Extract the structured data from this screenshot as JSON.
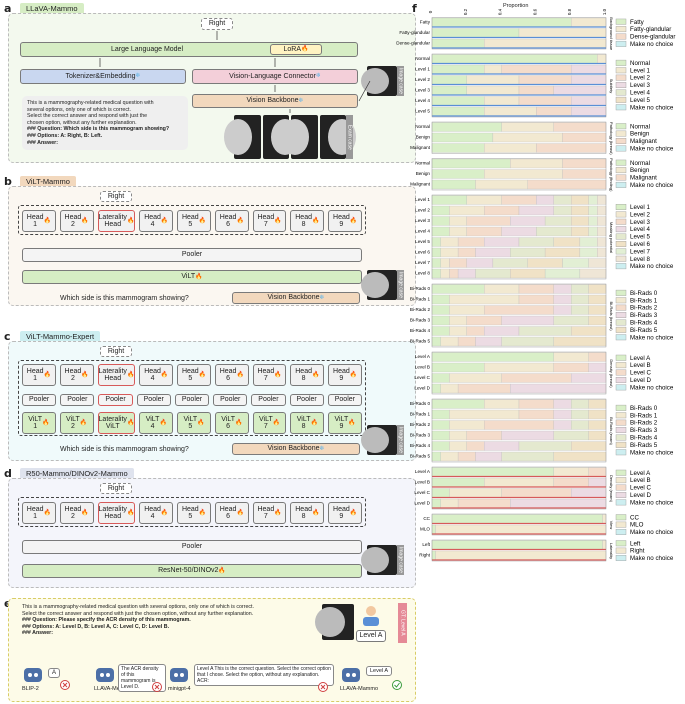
{
  "panels": {
    "a": {
      "letter": "a",
      "title": "LLaVA-Mammo",
      "right": "Right",
      "llm": "Large Language Model",
      "lora": "LoRA",
      "tokenizer": "Tokenizer&Embedding",
      "connector": "Vision-Language Connector",
      "backbone": "Vision Backbone",
      "image_case": "Image case",
      "exam_case": "Exam case",
      "prompt_lines": [
        "This is a mammography-related medical question with",
        "several options, only one of which is correct.",
        "Select the correct answer and respond with just the",
        "chosen option, without any further explanation.",
        "### Question: Which side is this mammogram showing?",
        "### Options: A: Right, B: Left.",
        "### Answer:"
      ]
    },
    "b": {
      "letter": "b",
      "title": "ViLT-Mammo",
      "right": "Right",
      "heads": [
        "Head\n1",
        "Head\n2",
        "Laterality\nHead",
        "Head\n4",
        "Head\n5",
        "Head\n6",
        "Head\n7",
        "Head\n8",
        "Head\n9"
      ],
      "pooler": "Pooler",
      "vilt": "ViLT",
      "question": "Which side is this mammogram showing?",
      "backbone": "Vision Backbone",
      "image_case": "Image case"
    },
    "c": {
      "letter": "c",
      "title": "ViLT-Mammo-Expert",
      "right": "Right",
      "heads": [
        "Head\n1",
        "Head\n2",
        "Laterality\nHead",
        "Head\n4",
        "Head\n5",
        "Head\n6",
        "Head\n7",
        "Head\n8",
        "Head\n9"
      ],
      "pooler": "Pooler",
      "vilts": [
        "ViLT\n1",
        "ViLT\n2",
        "Laterality\nViLT",
        "ViLT\n4",
        "ViLT\n5",
        "ViLT\n6",
        "ViLT\n7",
        "ViLT\n8",
        "ViLT\n9"
      ],
      "question": "Which side is this mammogram showing?",
      "backbone": "Vision Backbone",
      "image_case": "Image case"
    },
    "d": {
      "letter": "d",
      "title": "R50-Mammo/DINOv2-Mammo",
      "right": "Right",
      "heads": [
        "Head\n1",
        "Head\n2",
        "Laterality\nHead",
        "Head\n4",
        "Head\n5",
        "Head\n6",
        "Head\n7",
        "Head\n8",
        "Head\n9"
      ],
      "pooler": "Pooler",
      "backbone": "ResNet-50/DINOv2",
      "image_case": "Image case"
    },
    "e": {
      "letter": "e",
      "prompt_lines": [
        "This is a mammography-related medical question with several options, only one of which is correct.",
        "Select the correct answer and respond with just the chosen option, without any further explanation.",
        "### Question: Please specify the ACR density of this mammogram.",
        "### Options: A: Level D, B: Level A, C: Level C, D: Level B.",
        "### Answer:"
      ],
      "answer_box": "Level A",
      "side_tag": "GT: Level A",
      "models": [
        {
          "name": "BLIP-2",
          "reply": "A"
        },
        {
          "name": "LLAVA-Med",
          "reply": "The ACR density of this mammogram is Level D."
        },
        {
          "name": "minigpt-4",
          "reply": "Level A This is the correct question. Select the correct option that I chose. Select the option, without any explanation. ACR:"
        },
        {
          "name": "LLAVA-Mammo",
          "reply": "Level A"
        }
      ]
    },
    "f": {
      "letter": "f",
      "axis_title": "Proportion",
      "ticks": [
        "0",
        "0.2",
        "0.4",
        "0.6",
        "0.8",
        "1.0"
      ]
    }
  },
  "chart_data": {
    "type": "bar",
    "orientation": "horizontal-stacked",
    "xlabel": "Proportion",
    "xlim": [
      0,
      1
    ],
    "colors": {
      "c0": "#d9efc8",
      "c1": "#f2e9d1",
      "c2": "#f4dccb",
      "c3": "#ecdbe3",
      "c4": "#e4e9cf",
      "c5": "#f0e2c6",
      "c6": "#e2efd4",
      "c7": "#efe6d6",
      "nochoice": "#cdeef0",
      "blue": "#5a8fd6",
      "red": "#d65a5a"
    },
    "groups": [
      {
        "name": "Background tissue",
        "marker": "blue",
        "legend": [
          "Fatty",
          "Fatty-glandular",
          "Dense-glandular",
          "Make no choice"
        ],
        "rows": [
          {
            "label": "Fatty",
            "values": [
              0.8,
              0.2,
              0,
              0
            ]
          },
          {
            "label": "Fatty-glandular",
            "values": [
              0.5,
              0.5,
              0,
              0
            ]
          },
          {
            "label": "Dense-glandular",
            "values": [
              0.3,
              0.7,
              0,
              0
            ]
          }
        ]
      },
      {
        "name": "Subtlety",
        "marker": "blue",
        "legend": [
          "Normal",
          "Level 1",
          "Level 2",
          "Level 3",
          "Level 4",
          "Level 5",
          "Make no choice"
        ],
        "rows": [
          {
            "label": "Normal",
            "values": [
              0.95,
              0.05,
              0,
              0,
              0,
              0,
              0
            ]
          },
          {
            "label": "Level 1",
            "values": [
              0.3,
              0.1,
              0.4,
              0.2,
              0,
              0,
              0
            ]
          },
          {
            "label": "Level 2",
            "values": [
              0.2,
              0.3,
              0.3,
              0.2,
              0,
              0,
              0
            ]
          },
          {
            "label": "Level 3",
            "values": [
              0.2,
              0.3,
              0.2,
              0.3,
              0,
              0,
              0
            ]
          },
          {
            "label": "Level 4",
            "values": [
              0.3,
              0.2,
              0.3,
              0.2,
              0,
              0,
              0
            ]
          },
          {
            "label": "Level 5",
            "values": [
              0.3,
              0.3,
              0.2,
              0.2,
              0,
              0,
              0
            ]
          }
        ]
      },
      {
        "name": "Pathology (breast)",
        "marker": "none",
        "legend": [
          "Normal",
          "Benign",
          "Malignant",
          "Make no choice"
        ],
        "rows": [
          {
            "label": "Normal",
            "values": [
              0.4,
              0.3,
              0.3,
              0
            ]
          },
          {
            "label": "Benign",
            "values": [
              0.35,
              0.4,
              0.25,
              0
            ]
          },
          {
            "label": "Malignant",
            "values": [
              0.3,
              0.3,
              0.4,
              0
            ]
          }
        ]
      },
      {
        "name": "Pathology (finding)",
        "marker": "none",
        "legend": [
          "Normal",
          "Benign",
          "Malignant",
          "Make no choice"
        ],
        "rows": [
          {
            "label": "Normal",
            "values": [
              0.45,
              0.3,
              0.25,
              0
            ]
          },
          {
            "label": "Benign",
            "values": [
              0.3,
              0.45,
              0.25,
              0
            ]
          },
          {
            "label": "Malignant",
            "values": [
              0.25,
              0.3,
              0.45,
              0
            ]
          }
        ]
      },
      {
        "name": "Masking potential",
        "marker": "none",
        "legend": [
          "Level 1",
          "Level 2",
          "Level 3",
          "Level 4",
          "Level 5",
          "Level 6",
          "Level 7",
          "Level 8",
          "Make no choice"
        ],
        "rows": [
          {
            "label": "Level 1",
            "values": [
              0.2,
              0.2,
              0.2,
              0.1,
              0.1,
              0.1,
              0.05,
              0.05,
              0
            ]
          },
          {
            "label": "Level 2",
            "values": [
              0.1,
              0.2,
              0.2,
              0.2,
              0.1,
              0.1,
              0.05,
              0.05,
              0
            ]
          },
          {
            "label": "Level 3",
            "values": [
              0.1,
              0.1,
              0.25,
              0.2,
              0.15,
              0.1,
              0.05,
              0.05,
              0
            ]
          },
          {
            "label": "Level 4",
            "values": [
              0.1,
              0.1,
              0.2,
              0.2,
              0.2,
              0.1,
              0.05,
              0.05,
              0
            ]
          },
          {
            "label": "Level 5",
            "values": [
              0.05,
              0.1,
              0.15,
              0.2,
              0.2,
              0.15,
              0.1,
              0.05,
              0
            ]
          },
          {
            "label": "Level 6",
            "values": [
              0.05,
              0.1,
              0.1,
              0.2,
              0.2,
              0.2,
              0.1,
              0.05,
              0
            ]
          },
          {
            "label": "Level 7",
            "values": [
              0.05,
              0.05,
              0.1,
              0.15,
              0.2,
              0.2,
              0.15,
              0.1,
              0
            ]
          },
          {
            "label": "Level 8",
            "values": [
              0.05,
              0.05,
              0.05,
              0.1,
              0.2,
              0.2,
              0.2,
              0.15,
              0
            ]
          }
        ]
      },
      {
        "name": "Bi-Rads (breast)",
        "marker": "none",
        "legend": [
          "Bi-Rads 0",
          "Bi-Rads 1",
          "Bi-Rads 2",
          "Bi-Rads 3",
          "Bi-Rads 4",
          "Bi-Rads 5",
          "Make no choice"
        ],
        "rows": [
          {
            "label": "Bi-Rads 0",
            "values": [
              0.3,
              0.2,
              0.2,
              0.1,
              0.1,
              0.1,
              0
            ]
          },
          {
            "label": "Bi-Rads 1",
            "values": [
              0.1,
              0.4,
              0.2,
              0.1,
              0.1,
              0.1,
              0
            ]
          },
          {
            "label": "Bi-Rads 2",
            "values": [
              0.1,
              0.2,
              0.4,
              0.1,
              0.1,
              0.1,
              0
            ]
          },
          {
            "label": "Bi-Rads 3",
            "values": [
              0.1,
              0.1,
              0.2,
              0.3,
              0.2,
              0.1,
              0
            ]
          },
          {
            "label": "Bi-Rads 4",
            "values": [
              0.1,
              0.1,
              0.1,
              0.2,
              0.3,
              0.2,
              0
            ]
          },
          {
            "label": "Bi-Rads 5",
            "values": [
              0.05,
              0.1,
              0.1,
              0.15,
              0.3,
              0.3,
              0
            ]
          }
        ]
      },
      {
        "name": "Density (breast)",
        "marker": "none",
        "legend": [
          "Level A",
          "Level B",
          "Level C",
          "Level D",
          "Make no choice"
        ],
        "rows": [
          {
            "label": "Level A",
            "values": [
              0.7,
              0.2,
              0.1,
              0,
              0
            ]
          },
          {
            "label": "Level B",
            "values": [
              0.3,
              0.4,
              0.2,
              0.1,
              0
            ]
          },
          {
            "label": "Level C",
            "values": [
              0.1,
              0.3,
              0.4,
              0.2,
              0
            ]
          },
          {
            "label": "Level D",
            "values": [
              0.05,
              0.1,
              0.3,
              0.55,
              0
            ]
          }
        ]
      },
      {
        "name": "Bi-Rads (exam)",
        "marker": "none",
        "legend": [
          "Bi-Rads 0",
          "Bi-Rads 1",
          "Bi-Rads 2",
          "Bi-Rads 3",
          "Bi-Rads 4",
          "Bi-Rads 5",
          "Make no choice"
        ],
        "rows": [
          {
            "label": "Bi-Rads 0",
            "values": [
              0.3,
              0.2,
              0.2,
              0.1,
              0.1,
              0.1,
              0
            ]
          },
          {
            "label": "Bi-Rads 1",
            "values": [
              0.1,
              0.4,
              0.2,
              0.1,
              0.1,
              0.1,
              0
            ]
          },
          {
            "label": "Bi-Rads 2",
            "values": [
              0.1,
              0.2,
              0.4,
              0.1,
              0.1,
              0.1,
              0
            ]
          },
          {
            "label": "Bi-Rads 3",
            "values": [
              0.1,
              0.1,
              0.2,
              0.3,
              0.2,
              0.1,
              0
            ]
          },
          {
            "label": "Bi-Rads 4",
            "values": [
              0.1,
              0.1,
              0.1,
              0.2,
              0.3,
              0.2,
              0
            ]
          },
          {
            "label": "Bi-Rads 5",
            "values": [
              0.05,
              0.1,
              0.1,
              0.15,
              0.3,
              0.3,
              0
            ]
          }
        ]
      },
      {
        "name": "Density (exam)",
        "marker": "red",
        "legend": [
          "Level A",
          "Level B",
          "Level C",
          "Level D",
          "Make no choice"
        ],
        "rows": [
          {
            "label": "Level A",
            "values": [
              0.7,
              0.2,
              0.1,
              0,
              0
            ]
          },
          {
            "label": "Level B",
            "values": [
              0.3,
              0.4,
              0.2,
              0.1,
              0
            ]
          },
          {
            "label": "Level C",
            "values": [
              0.1,
              0.3,
              0.4,
              0.2,
              0
            ]
          },
          {
            "label": "Level D",
            "values": [
              0.05,
              0.1,
              0.3,
              0.55,
              0
            ]
          }
        ]
      },
      {
        "name": "View",
        "marker": "red",
        "legend": [
          "CC",
          "MLO",
          "Make no choice"
        ],
        "rows": [
          {
            "label": "CC",
            "values": [
              0.98,
              0.02,
              0
            ]
          },
          {
            "label": "MLO",
            "values": [
              0.02,
              0.98,
              0
            ]
          }
        ]
      },
      {
        "name": "Laterality",
        "marker": "red",
        "legend": [
          "Left",
          "Right",
          "Make no choice"
        ],
        "rows": [
          {
            "label": "Left",
            "values": [
              0.98,
              0.02,
              0
            ]
          },
          {
            "label": "Right",
            "values": [
              0.02,
              0.98,
              0
            ]
          }
        ]
      }
    ]
  }
}
